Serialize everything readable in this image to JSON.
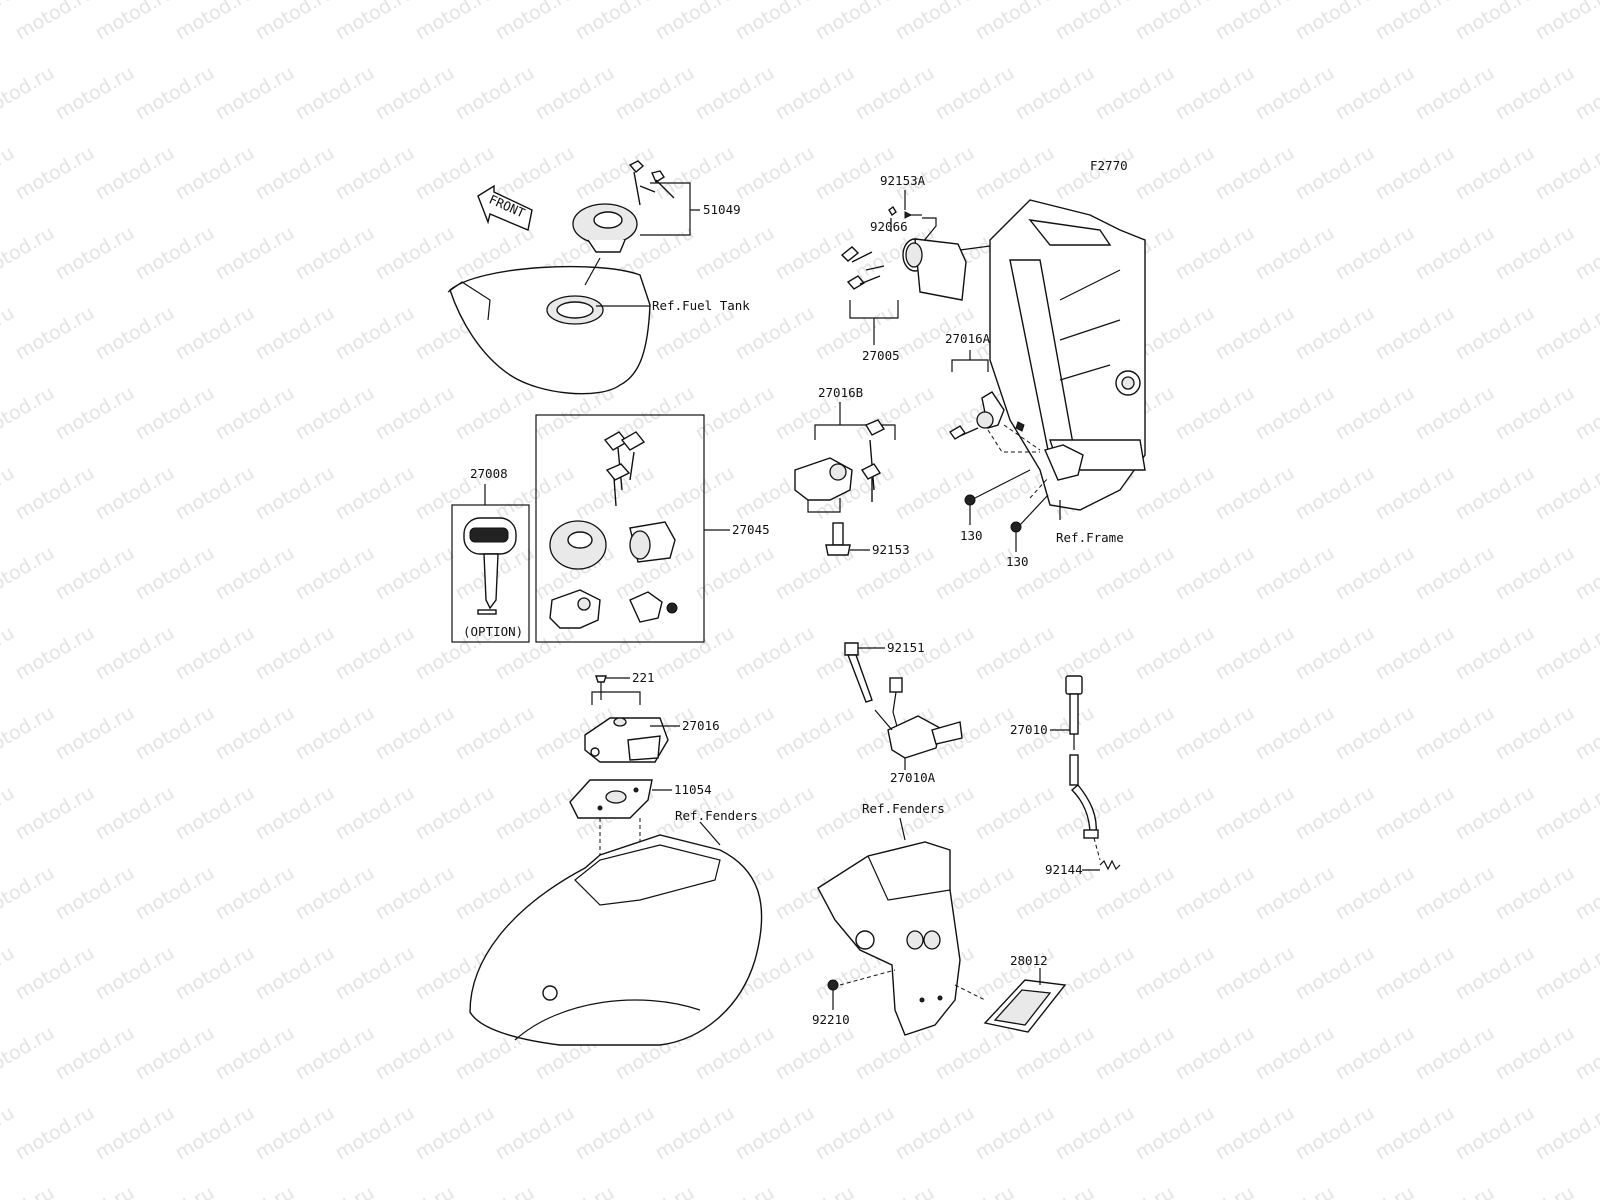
{
  "watermark": "motod.ru",
  "diagram_code": "F2770",
  "direction_marker": "FRONT",
  "references": {
    "fuel_tank": "Ref.Fuel Tank",
    "frame": "Ref.Frame",
    "fenders_left": "Ref.Fenders",
    "fenders_right": "Ref.Fenders"
  },
  "option_label": "(OPTION)",
  "parts": [
    {
      "id": "51049"
    },
    {
      "id": "92153A"
    },
    {
      "id": "92066"
    },
    {
      "id": "27005"
    },
    {
      "id": "27016A"
    },
    {
      "id": "27016B"
    },
    {
      "id": "27008"
    },
    {
      "id": "27045"
    },
    {
      "id": "92153"
    },
    {
      "id": "130"
    },
    {
      "id": "130"
    },
    {
      "id": "221"
    },
    {
      "id": "27016"
    },
    {
      "id": "11054"
    },
    {
      "id": "92151"
    },
    {
      "id": "27010A"
    },
    {
      "id": "27010"
    },
    {
      "id": "92144"
    },
    {
      "id": "28012"
    },
    {
      "id": "92210"
    }
  ]
}
